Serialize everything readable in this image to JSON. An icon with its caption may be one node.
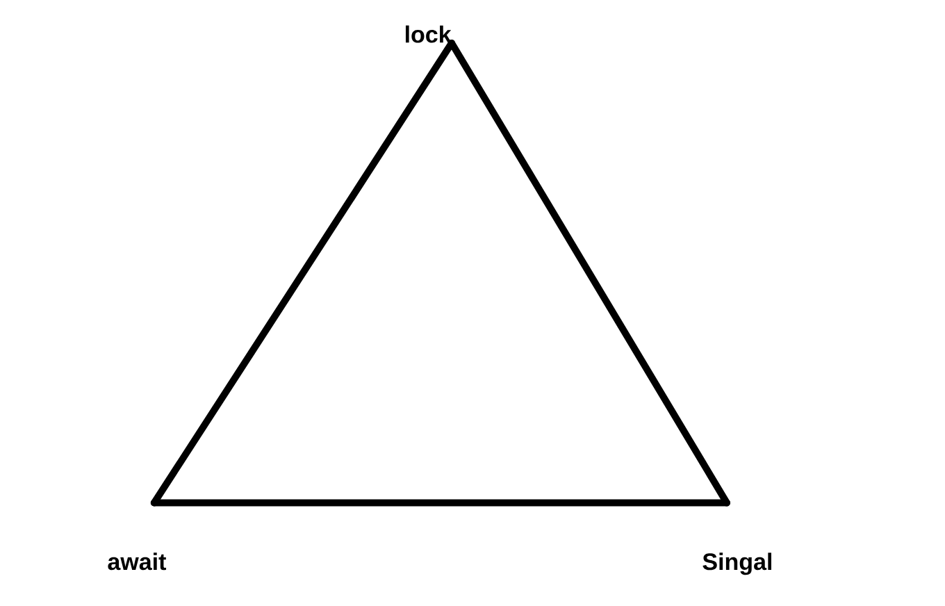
{
  "diagram": {
    "nodes": [
      {
        "text": [
          "lock"
        ]
      },
      {
        "text": [
          "await"
        ]
      },
      {
        "text": [
          "Singal"
        ]
      }
    ],
    "edges": [
      {
        "from": 0,
        "to": 1,
        "arrow": "none"
      },
      {
        "from": 1,
        "to": 2,
        "arrow": "none"
      },
      {
        "from": 2,
        "to": 0,
        "arrow": "none"
      }
    ]
  }
}
